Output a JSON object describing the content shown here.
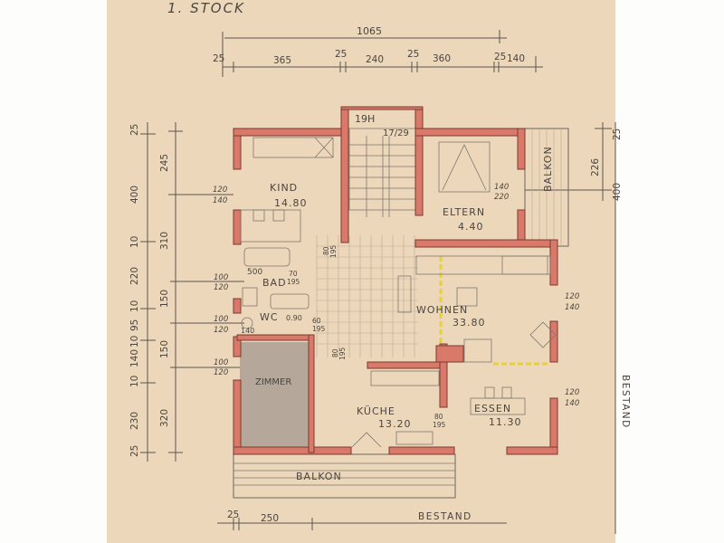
{
  "title": "1. STOCK",
  "dimensions": {
    "top_total": "1065",
    "top_segments": [
      "25",
      "365",
      "25",
      "240",
      "25",
      "360",
      "25",
      "140"
    ],
    "left_outer": [
      "25",
      "400",
      "10",
      "220",
      "10",
      "95",
      "10",
      "140",
      "10",
      "230",
      "25"
    ],
    "left_inner": [
      "245",
      "310",
      "150",
      "150",
      "320"
    ],
    "right": [
      "25",
      "226",
      "400"
    ],
    "bottom": [
      "25",
      "250"
    ],
    "bottom_label": "BESTAND",
    "right_label": "BESTAND"
  },
  "stair": {
    "steps": "19H",
    "ratio": "17/29"
  },
  "rooms": [
    {
      "name": "KIND",
      "area": "14.80"
    },
    {
      "name": "ELTERN",
      "area": "4.40"
    },
    {
      "name": "BAD",
      "area": ""
    },
    {
      "name": "WC",
      "area": ""
    },
    {
      "name": "ZIMMER",
      "area": ""
    },
    {
      "name": "WOHNEN",
      "area": "33.80"
    },
    {
      "name": "KÜCHE",
      "area": "13.20"
    },
    {
      "name": "ESSEN",
      "area": "11.30"
    },
    {
      "name": "BALKON",
      "area": ""
    },
    {
      "name": "BALKON",
      "area": ""
    }
  ],
  "window_labels": [
    {
      "top": "120",
      "bottom": "140"
    },
    {
      "top": "100",
      "bottom": "120"
    },
    {
      "top": "100",
      "bottom": "120"
    },
    {
      "top": "100",
      "bottom": "120"
    },
    {
      "top": "140",
      "bottom": "220"
    },
    {
      "top": "120",
      "bottom": "140"
    },
    {
      "top": "120",
      "bottom": "140"
    }
  ],
  "door_labels": [
    {
      "top": "80",
      "bottom": "195"
    },
    {
      "top": "70",
      "bottom": "195"
    },
    {
      "top": "60",
      "bottom": "195"
    },
    {
      "top": "80",
      "bottom": "195"
    },
    {
      "top": "80",
      "bottom": "195"
    }
  ],
  "misc_labels": [
    "500",
    "0.90",
    "140"
  ],
  "colors": {
    "paper": "#ecd7bb",
    "wall": "#d9796a",
    "ink": "#4a4540",
    "highlight": "#e3d23a"
  }
}
